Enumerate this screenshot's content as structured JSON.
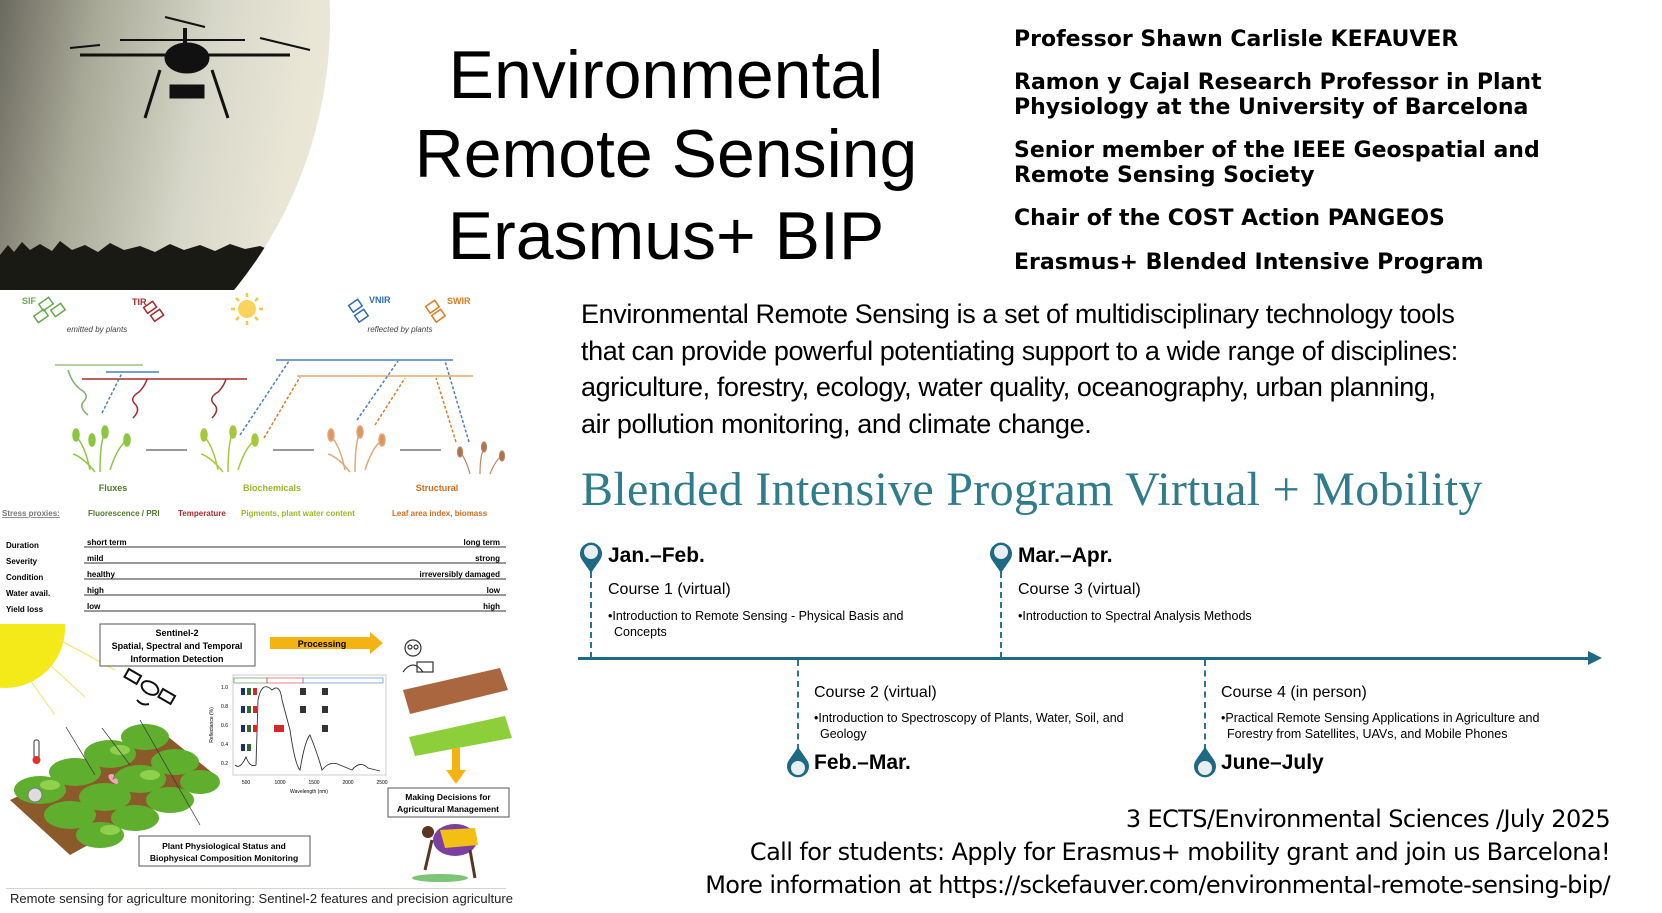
{
  "title": [
    "Environmental",
    "Remote Sensing",
    "Erasmus+ BIP"
  ],
  "credentials": [
    {
      "lines": [
        "Professor Shawn Carlisle KEFAUVER"
      ]
    },
    {
      "lines": [
        "Ramon y Cajal Research Professor in Plant",
        "Physiology at the University of Barcelona"
      ]
    },
    {
      "lines": [
        "Senior member of the IEEE Geospatial and",
        "Remote Sensing Society"
      ]
    },
    {
      "lines": [
        "Chair of the COST Action PANGEOS"
      ]
    },
    {
      "lines": [
        "Erasmus+ Blended Intensive Program"
      ]
    }
  ],
  "intro": [
    "Environmental Remote Sensing is a set of multidisciplinary technology tools",
    "that can provide powerful potentiating support to a wide range of disciplines:",
    "agriculture, forestry, ecology, water quality, oceanography, urban planning,",
    "air pollution monitoring, and climate change."
  ],
  "program_heading": "Blended Intensive Program Virtual + Mobility",
  "timeline": {
    "accent": "#1e6a85",
    "items": [
      {
        "period": "Jan.–Feb.",
        "course": "Course 1 (virtual)",
        "bullet": [
          "•Introduction to Remote Sensing - Physical Basis and",
          "Concepts"
        ]
      },
      {
        "period": "Feb.–Mar.",
        "course": "Course 2 (virtual)",
        "bullet": [
          "•Introduction to Spectroscopy of Plants, Water, Soil, and",
          "Geology"
        ]
      },
      {
        "period": "Mar.–Apr.",
        "course": "Course 3 (virtual)",
        "bullet": [
          "•Introduction to Spectral Analysis Methods"
        ]
      },
      {
        "period": "June–July",
        "course": "Course 4 (in person)",
        "bullet": [
          "•Practical Remote Sensing Applications in Agriculture and",
          "Forestry from Satellites, UAVs, and Mobile Phones"
        ]
      }
    ]
  },
  "footer": [
    "3 ECTS/Environmental Sciences /July 2025",
    "Call for students: Apply for Erasmus+ mobility grant and join us Barcelona!",
    "More information at https://sckefauver.com/environmental-remote-sensing-bip/"
  ],
  "diagram": {
    "sensors": {
      "sif": "SIF",
      "tir": "TIR",
      "vnir": "VNIR",
      "swir": "SWIR"
    },
    "emitted": "emitted by plants",
    "reflected": "reflected by plants",
    "stages": [
      "Fluxes",
      "Biochemicals",
      "Structural"
    ],
    "stress_label": "Stress proxies:",
    "proxies": [
      "Fluorescence / PRI",
      "Temperature",
      "Pigments, plant water content",
      "Leaf area index, biomass"
    ],
    "scales": [
      {
        "label": "Duration",
        "from": "short term",
        "to": "long term"
      },
      {
        "label": "Severity",
        "from": "mild",
        "to": "strong"
      },
      {
        "label": "Condition",
        "from": "healthy",
        "to": "irreversibly damaged"
      },
      {
        "label": "Water avail.",
        "from": "high",
        "to": "low"
      },
      {
        "label": "Yield loss",
        "from": "low",
        "to": "high"
      }
    ],
    "sentinel_box": [
      "Sentinel-2",
      "Spatial, Spectral and Temporal",
      "Information Detection"
    ],
    "processing": "Processing",
    "decisions_box": [
      "Making Decisions for",
      "Agricultural Management"
    ],
    "plant_box": [
      "Plant Physiological Status and",
      "Biophysical Composition Monitoring"
    ],
    "spectrum": {
      "ylabel": "Reflectance (%)",
      "xlabel": "Wavelength (nm)",
      "yticks": [
        "0.2",
        "0.4",
        "0.6",
        "0.8",
        "1.0"
      ],
      "xticks": [
        "500",
        "1000",
        "1500",
        "2000",
        "2500"
      ]
    },
    "caption": "Remote sensing for agriculture monitoring: Sentinel-2 features and precision agriculture"
  }
}
